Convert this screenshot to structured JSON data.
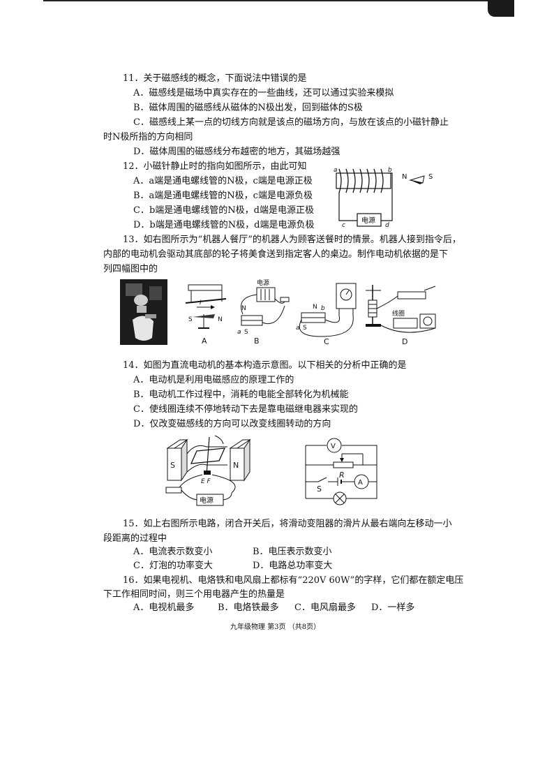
{
  "q11": {
    "stem": "11．关于磁感线的概念，下面说法中错误的是",
    "a": "A．磁感线是磁场中真实存在的一些曲线，还可以通过实验来模拟",
    "b": "B．磁体周围的磁感线从磁体的N极出发，回到磁体的S极",
    "c1": "C．磁感线上某一点的切线方向就是该点的磁场方向，与放在该点的小磁针静止",
    "c2": "时N极所指的方向相同",
    "d": "D．磁体周围的磁感线分布越密的地方，其磁场越强"
  },
  "q12": {
    "stem": "12．小磁针静止时的指向如图所示，由此可知",
    "a": "A．a端是通电螺线管的N极，c端是电源正极",
    "b": "B．a端是通电螺线管的N极，c端是电源负极",
    "c": "C．b端是通电螺线管的N极，d端是电源正极",
    "d": "D．b端是通电螺线管的N极，d端是电源负极",
    "fig": {
      "a": "a",
      "b": "b",
      "c": "c",
      "d": "d",
      "n": "N",
      "s": "S",
      "source": "电源"
    }
  },
  "q13": {
    "l1": "13．如右图所示为“机器人餐厅”的机器人为顾客送餐时的情景。机器人接到指令后，",
    "l2": "内部的电动机会驱动其底部的轮子将美食送到指定客人的桌边。制作电动机依据的是下",
    "l3": "列四幅图中的",
    "labels": [
      "A",
      "B",
      "C",
      "D"
    ],
    "fig": {
      "source": "电源",
      "coil": "线圈",
      "n": "N",
      "s": "S",
      "i": "I",
      "a": "a",
      "b": "b"
    }
  },
  "q14": {
    "stem": "14．如图为直流电动机的基本构造示意图。以下相关的分析中正确的是",
    "a": "A．电动机是利用电磁感应的原理工作的",
    "b": "B．电动机工作过程中，消耗的电能全部转化为机械能",
    "c": "C．使线圈连续不停地转动下去是靠电磁继电器来实现的",
    "d": "D．仅改变磁感线的方向可以改变线圈转动的方向",
    "fig": {
      "s": "S",
      "n": "N",
      "ef": "E F",
      "source": "电源",
      "v": "V",
      "a": "A",
      "r": "R",
      "sw": "S"
    }
  },
  "q15": {
    "l1": "15．如上右图所示电路，闭合开关后，将滑动变阻器的滑片从最右端向左移动一小",
    "l2": "段距离的过程中",
    "a": "A．电流表示数变小",
    "b": "B．电压表示数变小",
    "c": "C．灯泡的功率变大",
    "d": "D．电路总功率变大"
  },
  "q16": {
    "l1": "16．如果电视机、电烙铁和电风扇上都标有“220V 60W”的字样，它们都在额定电压",
    "l2": "下工作相同时间，则三个用电器产生的热量是",
    "a": "A．电视机最多",
    "b": "B．电烙铁最多",
    "c": "C．电风扇最多",
    "d": "D．一样多"
  },
  "footer": "九年级物理  第3页  （共8页）"
}
